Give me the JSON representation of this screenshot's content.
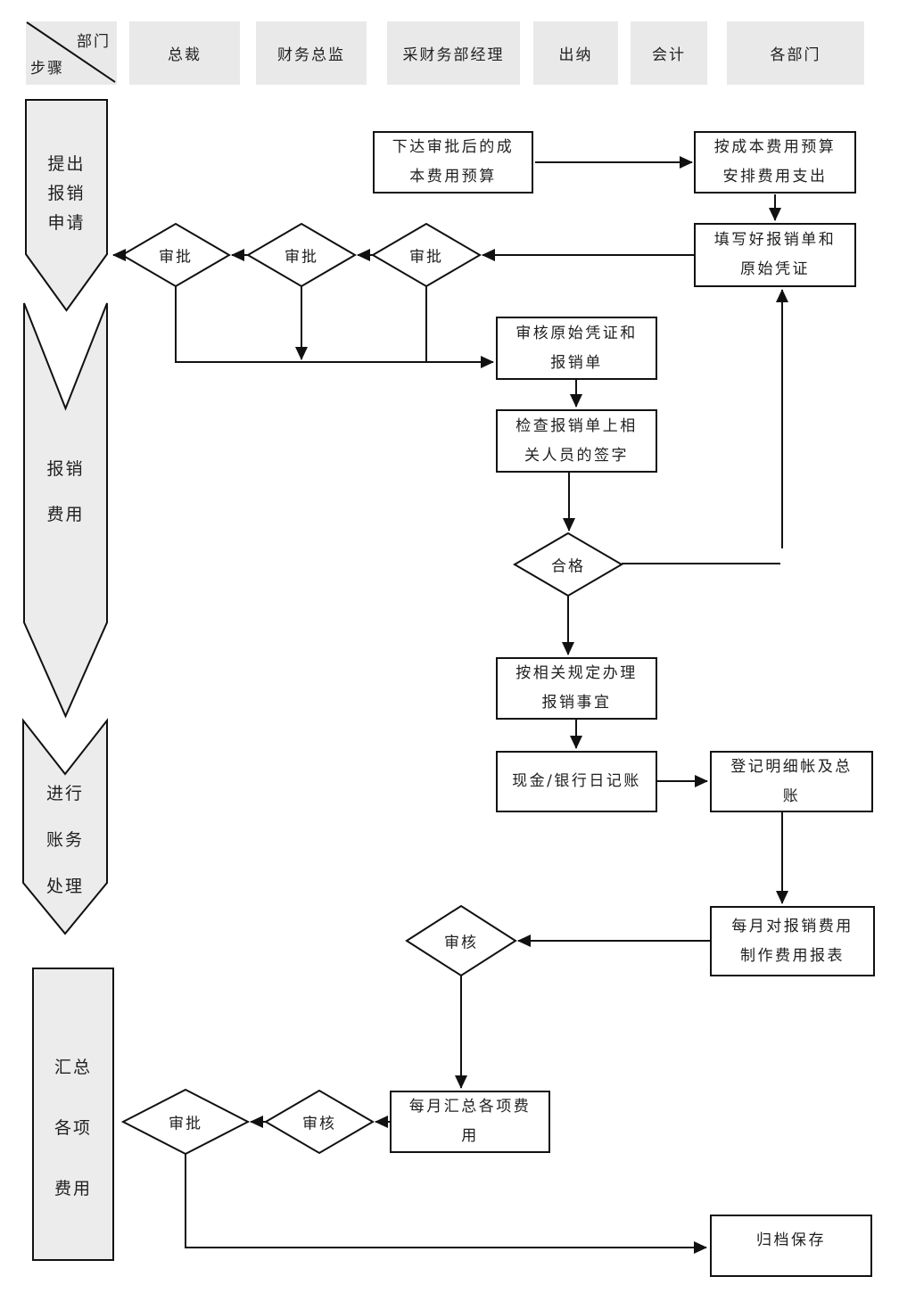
{
  "colors": {
    "line": "#111111",
    "cell_bg": "#e9e9e9",
    "shape_bg": "#ececec",
    "box_bg": "#ffffff",
    "text": "#1f1f1f"
  },
  "header": {
    "corner": {
      "top_right": "部门",
      "bottom_left": "步骤"
    },
    "columns": [
      "总裁",
      "财务总监",
      "采财务部经理",
      "出纳",
      "会计",
      "各部门"
    ]
  },
  "phases": [
    {
      "label": "提出\n报销\n申请"
    },
    {
      "label": "报销\n费用"
    },
    {
      "label": "进行\n账务\n处理"
    },
    {
      "label": "汇总\n各项\n费用"
    }
  ],
  "nodes": [
    {
      "label": "下达审批后的成\n本费用预算"
    },
    {
      "label": "按成本费用预算\n安排费用支出"
    },
    {
      "label": "填写好报销单和\n原始凭证"
    },
    {
      "label": "审核原始凭证和\n报销单"
    },
    {
      "label": "检查报销单上相\n关人员的签字"
    },
    {
      "label": "按相关规定办理\n报销事宜"
    },
    {
      "label": "现金/银行日记账"
    },
    {
      "label": "登记明细帐及总\n账"
    },
    {
      "label": "每月对报销费用\n制作费用报表"
    },
    {
      "label": "每月汇总各项费\n用"
    },
    {
      "label": "归档保存"
    }
  ],
  "decisions": [
    {
      "label": "审批"
    },
    {
      "label": "审批"
    },
    {
      "label": "审批"
    },
    {
      "label": "合格"
    },
    {
      "label": "审核"
    },
    {
      "label": "审核"
    },
    {
      "label": "审批"
    }
  ]
}
